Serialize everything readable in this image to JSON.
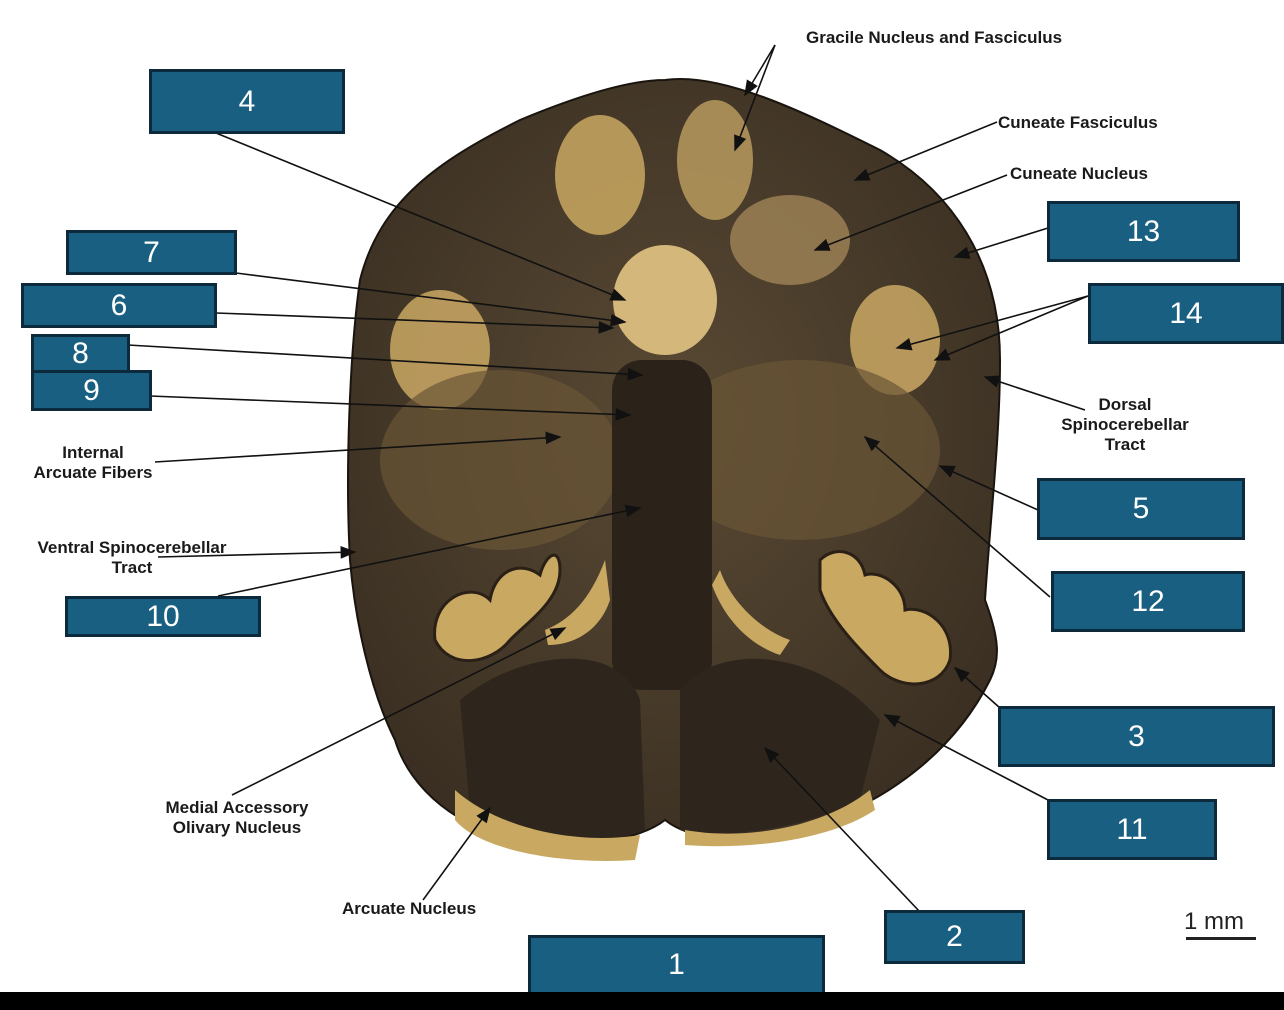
{
  "diagram": {
    "subject": "Medulla cross-section (caudal medulla, olivary level)",
    "scale_bar": "1 mm",
    "colors": {
      "box_fill": "#195f81",
      "box_border": "#0d2a3c",
      "tissue_light": "#c8a866",
      "tissue_dark": "#3a2e22",
      "background": "#ffffff"
    }
  },
  "text_labels": {
    "gracile": "Gracile Nucleus and Fasciculus",
    "cuneate_fasciculus": "Cuneate Fasciculus",
    "cuneate_nucleus": "Cuneate Nucleus",
    "dorsal_spinocerebellar_1": "Dorsal",
    "dorsal_spinocerebellar_2": "Spinocerebellar",
    "dorsal_spinocerebellar_3": "Tract",
    "internal_arcuate_1": "Internal",
    "internal_arcuate_2": "Arcuate Fibers",
    "ventral_spinocerebellar_1": "Ventral Spinocerebellar",
    "ventral_spinocerebellar_2": "Tract",
    "medial_accessory_1": "Medial Accessory",
    "medial_accessory_2": "Olivary Nucleus",
    "arcuate_nucleus": "Arcuate Nucleus"
  },
  "answer_boxes": {
    "b1": "1",
    "b2": "2",
    "b3": "3",
    "b4": "4",
    "b5": "5",
    "b6": "6",
    "b7": "7",
    "b8": "8",
    "b9": "9",
    "b10": "10",
    "b11": "11",
    "b12": "12",
    "b13": "13",
    "b14": "14"
  }
}
